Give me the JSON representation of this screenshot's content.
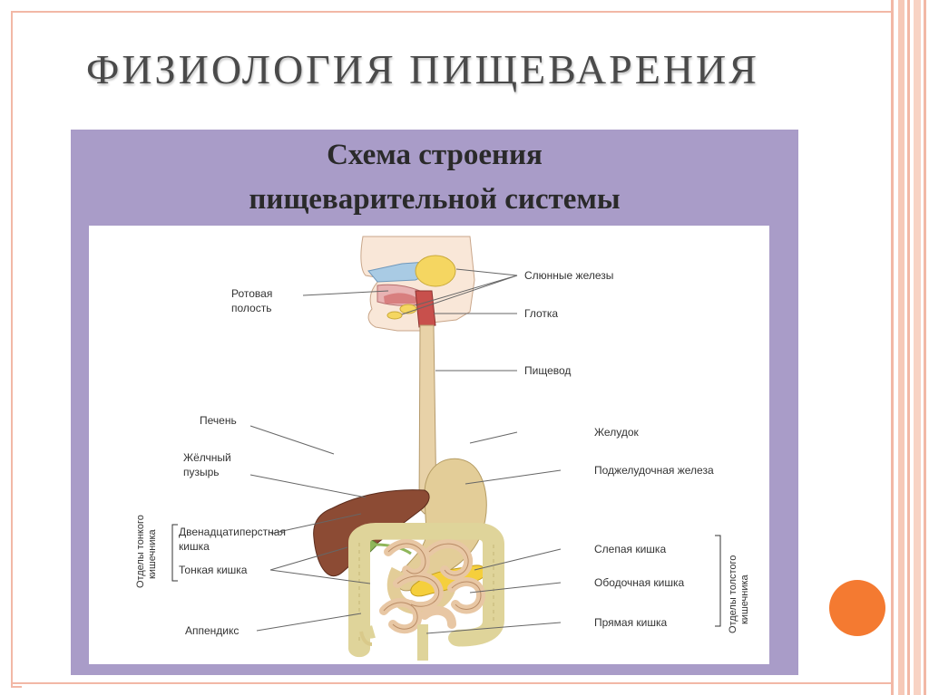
{
  "slide": {
    "title": "ФИЗИОЛОГИЯ  ПИЩЕВАРЕНИЯ"
  },
  "diagram": {
    "title_line1": "Схема строения",
    "title_line2": "пищеварительной системы",
    "labels": {
      "oral_cavity_1": "Ротовая",
      "oral_cavity_2": "полость",
      "salivary_glands": "Слюнные железы",
      "pharynx": "Глотка",
      "esophagus": "Пищевод",
      "liver": "Печень",
      "gallbladder_1": "Жёлчный",
      "gallbladder_2": "пузырь",
      "stomach": "Желудок",
      "pancreas": "Поджелудочная железа",
      "duodenum_1": "Двенадцатиперстная",
      "duodenum_2": "кишка",
      "small_intestine": "Тонкая кишка",
      "appendix": "Аппендикс",
      "cecum": "Слепая кишка",
      "colon": "Ободочная кишка",
      "rectum": "Прямая кишка",
      "small_intestine_sections_1": "Отделы тонкого",
      "small_intestine_sections_2": "кишечника",
      "large_intestine_sections_1": "Отделы толстого",
      "large_intestine_sections_2": "кишечника"
    }
  },
  "colors": {
    "accent": "#f47a31",
    "panel": "#a99cc8",
    "stripe": "#f2b8a6"
  }
}
